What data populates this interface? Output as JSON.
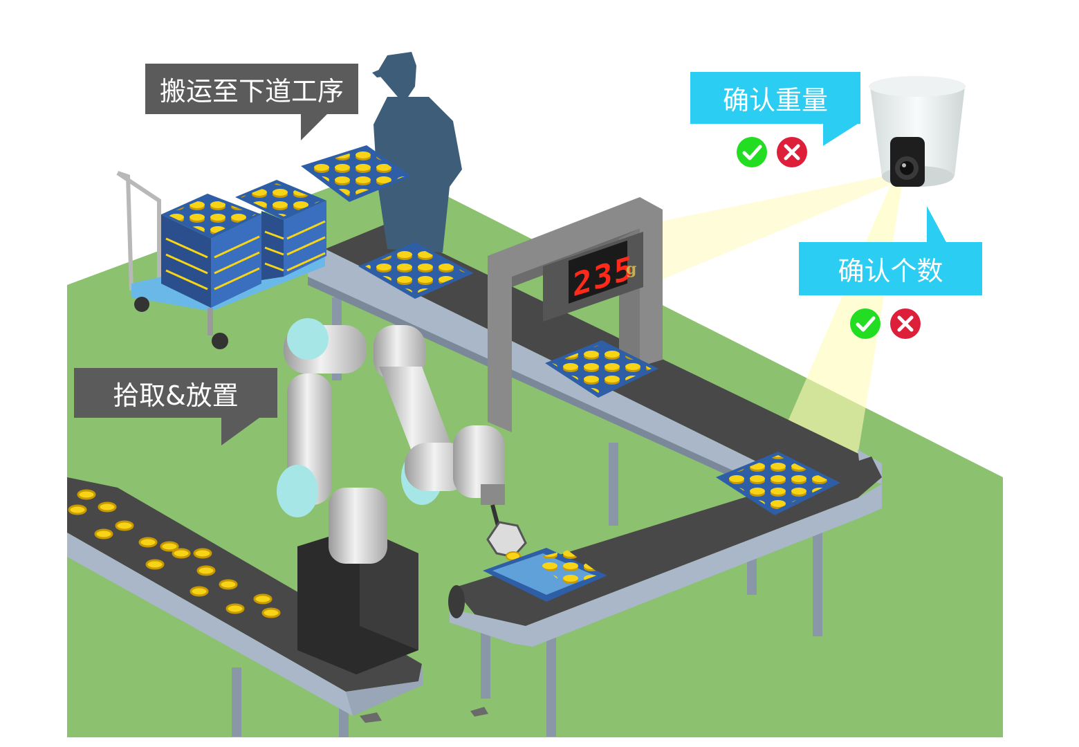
{
  "callouts": {
    "transport": "搬运至下道工序",
    "pick_place": "拾取&放置",
    "weight": "确认重量",
    "count": "确认个数"
  },
  "scale": {
    "reading": "235",
    "unit": "g"
  },
  "icons": {
    "ok": "check-icon",
    "ng": "cross-icon"
  },
  "colors": {
    "floor": "#8cc16f",
    "callout_dark": "#5b5b5b",
    "callout_cyan": "#2ccdf2",
    "ok": "#22dd22",
    "ng": "#dd1f3a",
    "belt": "#4a4a4a",
    "tray": "#2e5ea6",
    "product": "#f5d10c",
    "readout": "#ff2a1a"
  }
}
